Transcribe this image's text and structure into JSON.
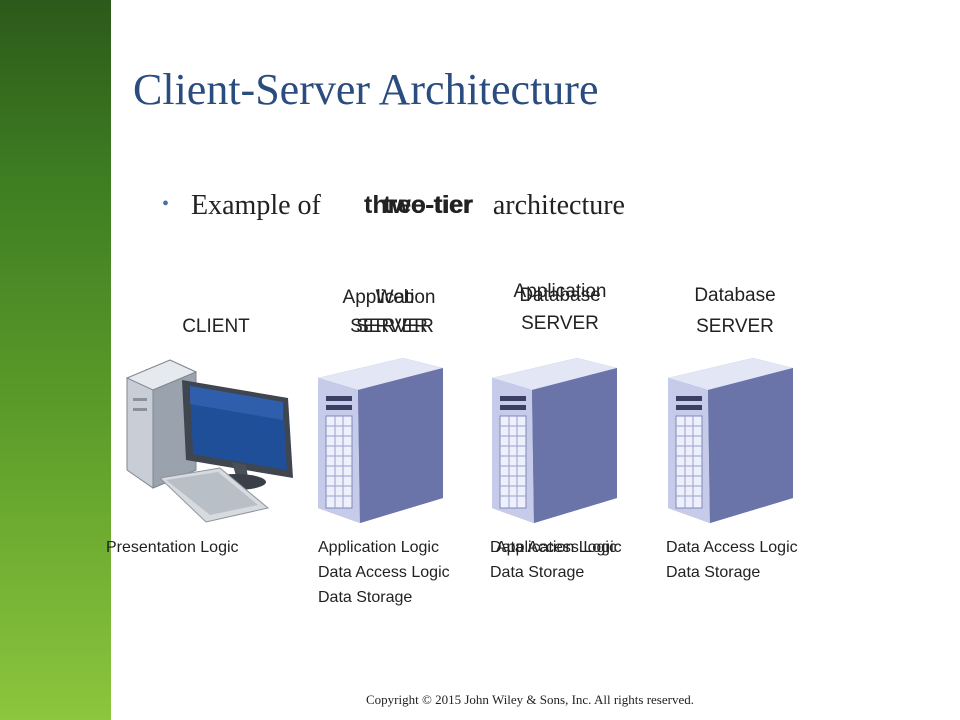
{
  "slide": {
    "title": "Client-Server Architecture",
    "bullet_prefix": "Example of",
    "bullet_word_a": "three-tier",
    "bullet_word_b": "two-tier",
    "bullet_suffix": "architecture",
    "copyright": "Copyright © 2015 John Wiley & Sons, Inc. All rights reserved."
  },
  "columns": {
    "client": {
      "header": "CLIENT",
      "logic": [
        "Presentation Logic"
      ]
    },
    "col2": {
      "header_a_line1": "Application",
      "header_a_line2": "SERVER",
      "header_b_line1": "Web",
      "header_b_line2": "SERVER",
      "logic": [
        "Application Logic",
        "Data Access Logic",
        "Data Storage"
      ]
    },
    "col3": {
      "header_a_line1": "Application",
      "header_b_line1": "Database",
      "header_line2": "SERVER",
      "logic_a_line1": "Data Access Logic",
      "logic_b_line1": "Application Logic",
      "logic_line2": "Data Storage"
    },
    "col4": {
      "header_line1": "Database",
      "header_line2": "SERVER",
      "logic": [
        "Data Access Logic",
        "Data Storage"
      ]
    }
  },
  "colors": {
    "title": "#2b4c7e",
    "sidebar_top": "#2c5a1a",
    "sidebar_bottom": "#8cc63e",
    "server_body": "#c5cbe8",
    "server_side": "#7a84b8"
  }
}
